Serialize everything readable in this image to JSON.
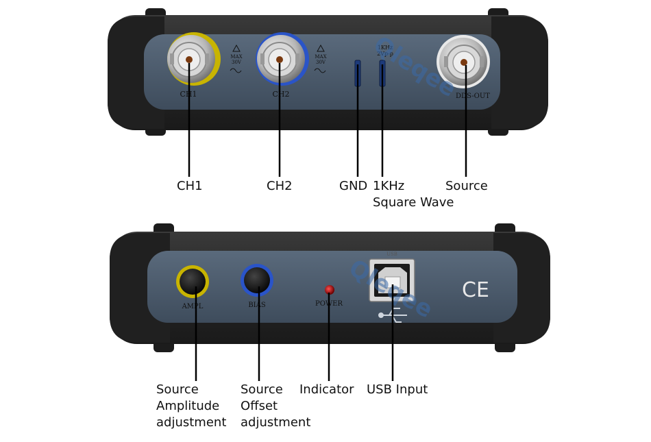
{
  "front_panel": {
    "ch1_marking": "CH1",
    "ch2_marking": "CH2",
    "max_voltage_line1": "MAX",
    "max_voltage_line2": "30V",
    "squarewave_line1": "1KHz",
    "squarewave_line2": "2Vp-p",
    "dds_out_marking": "DDS-OUT",
    "watermark": "Qleqee"
  },
  "back_panel": {
    "ampl_marking": "AMPL",
    "bias_marking": "BIAS",
    "power_marking": "POWER",
    "usb_marking": "USB",
    "ce_mark": "CE",
    "watermark": "Qleqee"
  },
  "callouts_top": {
    "ch1": "CH1",
    "ch2": "CH2",
    "gnd": "GND",
    "square_wave_line1": "1KHz",
    "square_wave_line2": "Square Wave",
    "source": "Source"
  },
  "callouts_bottom": {
    "amplitude_line1": "Source",
    "amplitude_line2": "Amplitude",
    "amplitude_line3": "adjustment",
    "offset_line1": "Source",
    "offset_line2": "Offset",
    "offset_line3": "adjustment",
    "indicator": "Indicator",
    "usb_input": "USB Input"
  },
  "colors": {
    "case": "#2b2b2b",
    "panel": "#4a5a6c",
    "ch1_ring": "#c8b400",
    "ch2_ring": "#2a54c8",
    "power_led": "#b01010"
  }
}
